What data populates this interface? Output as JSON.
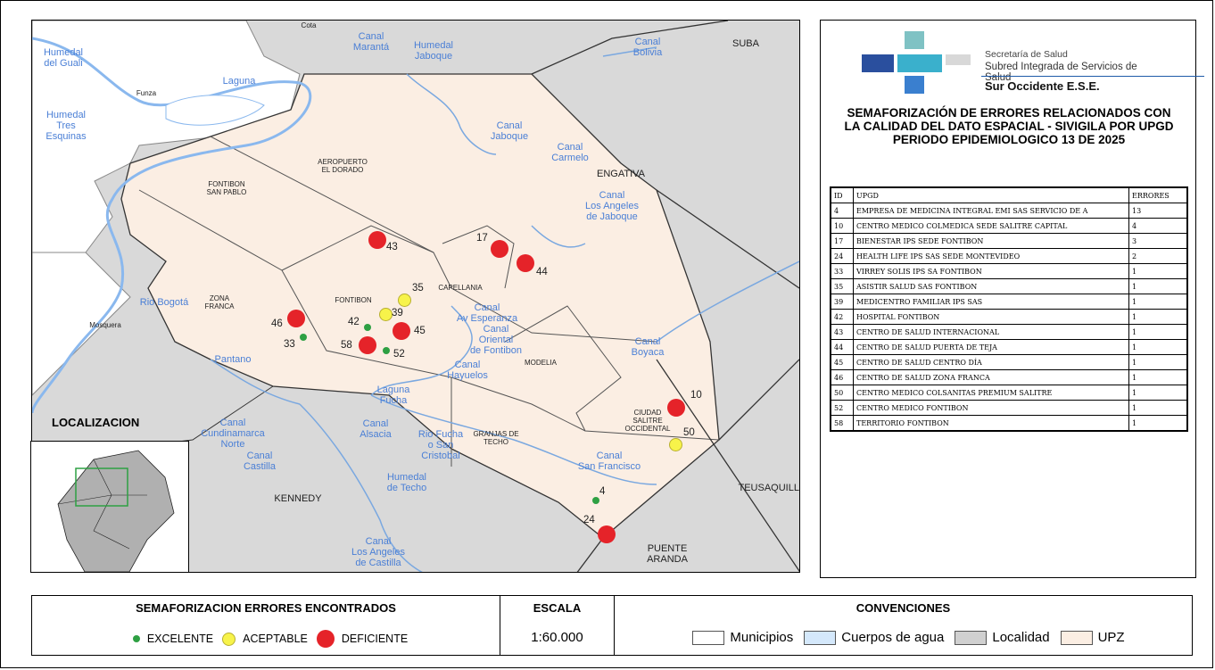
{
  "header": {
    "org_line1": "Secretaría de Salud",
    "org_line2": "Subred Integrada de Servicios de Salud",
    "org_line3": "Sur Occidente E.S.E.",
    "title": "SEMAFORIZACIÓN DE ERRORES RELACIONADOS CON LA CALIDAD DEL DATO ESPACIAL - SIVIGILA POR UPGD PERIODO EPIDEMIOLOGICO 13  DE 2025"
  },
  "table": {
    "headers": [
      "ID",
      "UPGD",
      "ERRORES"
    ],
    "rows": [
      [
        "4",
        "EMPRESA DE MEDICINA INTEGRAL EMI SAS SERVICIO DE A",
        "13"
      ],
      [
        "10",
        "CENTRO MEDICO COLMEDICA SEDE SALITRE CAPITAL",
        "4"
      ],
      [
        "17",
        "BIENESTAR IPS SEDE FONTIBON",
        "3"
      ],
      [
        "24",
        "HEALTH   LIFE  IPS SAS SEDE MONTEVIDEO",
        "2"
      ],
      [
        "33",
        "VIRREY SOLIS IPS SA FONTIBON",
        "1"
      ],
      [
        "35",
        "ASISTIR SALUD SAS FONTIBON",
        "1"
      ],
      [
        "39",
        "MEDICENTRO FAMILIAR IPS SAS",
        "1"
      ],
      [
        "42",
        "HOSPITAL FONTIBON",
        "1"
      ],
      [
        "43",
        "CENTRO DE SALUD INTERNACIONAL",
        "1"
      ],
      [
        "44",
        "CENTRO DE SALUD PUERTA DE TEJA",
        "1"
      ],
      [
        "45",
        "CENTRO DE SALUD CENTRO DÍA",
        "1"
      ],
      [
        "46",
        "CENTRO DE SALUD ZONA FRANCA",
        "1"
      ],
      [
        "50",
        "CENTRO MEDICO COLSANITAS PREMIUM SALITRE",
        "1"
      ],
      [
        "52",
        "CENTRO MEDICO FONTIBON",
        "1"
      ],
      [
        "58",
        "TERRITORIO FONTIBON",
        "1"
      ]
    ]
  },
  "legend": {
    "semaforo_title": "SEMAFORIZACION ERRORES ENCONTRADOS",
    "items": [
      {
        "label": "EXCELENTE",
        "color": "#2ea043"
      },
      {
        "label": "ACEPTABLE",
        "color": "#f7f34a"
      },
      {
        "label": "DEFICIENTE",
        "color": "#e52329"
      }
    ],
    "scale_title": "ESCALA",
    "scale_value": "1:60.000",
    "conv_title": "CONVENCIONES",
    "conventions": [
      {
        "label": "Municipios",
        "color": "#ffffff"
      },
      {
        "label": "Cuerpos de agua",
        "color": "#d4e8fb"
      },
      {
        "label": "Localidad",
        "color": "#d0d0d0"
      },
      {
        "label": "UPZ",
        "color": "#fbeee3"
      }
    ]
  },
  "localization_label": "LOCALIZACION",
  "map": {
    "upz_labels": [
      "FONTIBON SAN PABLO",
      "AEROPUERTO EL DORADO",
      "ZONA FRANCA",
      "FONTIBON",
      "CAPELLANIA",
      "MODELIA",
      "GRANJAS DE TECHO",
      "CIUDAD SALITRE OCCIDENTAL"
    ],
    "locality_labels": [
      "ENGATIVA",
      "SUBA",
      "KENNEDY",
      "TEUSAQUILLO",
      "PUENTE ARANDA"
    ],
    "municipality_labels": [
      "Funza",
      "Mosquera",
      "Cota"
    ],
    "water_labels": [
      "Humedal del Guali",
      "Laguna",
      "Humedal Tres Esquinas",
      "Canal Marantá",
      "Humedal Jaboque",
      "Canal Bolivia",
      "Canal Jaboque",
      "Canal Carmelo",
      "Canal Los Angeles de Jaboque",
      "Rio Bogotá",
      "Pantano",
      "Canal Av Esperanza",
      "Canal Oriental de Fontibon",
      "Canal Hayuelos",
      "Canal Boyaca",
      "Laguna Fucha",
      "Canal Cundinamarca Norte",
      "Canal Alsacia",
      "Rio Fucha o San Cristobal",
      "Canal Castilla",
      "Humedal de Techo",
      "Canal San Francisco",
      "Canal Los Angeles de Castilla"
    ],
    "points": [
      {
        "id": "4",
        "status": "EXCELENTE"
      },
      {
        "id": "10",
        "status": "DEFICIENTE"
      },
      {
        "id": "17",
        "status": "DEFICIENTE"
      },
      {
        "id": "24",
        "status": "DEFICIENTE"
      },
      {
        "id": "33",
        "status": "EXCELENTE"
      },
      {
        "id": "35",
        "status": "ACEPTABLE"
      },
      {
        "id": "39",
        "status": "ACEPTABLE"
      },
      {
        "id": "42",
        "status": "EXCELENTE"
      },
      {
        "id": "43",
        "status": "DEFICIENTE"
      },
      {
        "id": "44",
        "status": "DEFICIENTE"
      },
      {
        "id": "45",
        "status": "DEFICIENTE"
      },
      {
        "id": "46",
        "status": "DEFICIENTE"
      },
      {
        "id": "50",
        "status": "ACEPTABLE"
      },
      {
        "id": "52",
        "status": "EXCELENTE"
      },
      {
        "id": "58",
        "status": "DEFICIENTE"
      }
    ]
  }
}
